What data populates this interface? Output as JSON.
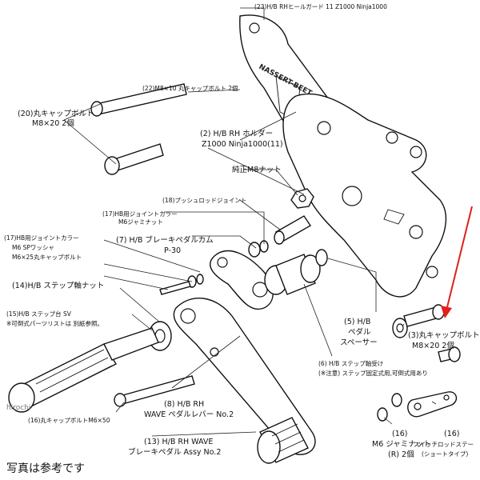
{
  "labels": {
    "p23_heel_guard": "(23)H/B RHヒールガード 11 Z1000 Ninja1000",
    "p22_cap_bolt_small": "(22)M8×10 丸キャップボルト 2個",
    "p20_l1": "(20)丸キャップボルト",
    "p20_l2": "M8×20 2個",
    "p2_l1": "(2) H/B RH ホルダー",
    "p2_l2": "Z1000 Ninja1000(11)",
    "nut_genuine": "純正M8ナット",
    "p18": "(18)プッシュロッドジョイント",
    "p17b_l1": "(17)HB用ジョイントカラー",
    "p17b_l2": "M6ジャミナット",
    "p7_l1": "(7) H/B ブレーキペダルカム",
    "p7_l2": "P-30",
    "p17a_l1": "(17)HB用ジョイントカラー",
    "p17a_l2": "M6 SPワッシャ",
    "p17a_l3": "M6×25丸キャップボルト",
    "p14": "(14)H/B ステップ軸ナット",
    "p15_l1": "(15)H/B ステップ台 SV",
    "p15_l2": "※可倒式パーツリストは 別紙参照。",
    "p5_l1": "(5) H/B",
    "p5_l2": "ペダル",
    "p5_l3": "スペーサー",
    "p3_l1": "(3)丸キャップボルト",
    "p3_l2": "M8×20 2個",
    "p6_l1": "(6) H/B ステップ軸受け",
    "p6_l2": "(※注意) ステップ固定式用,可倒式用あり",
    "p8_l1": "(8) H/B RH",
    "p8_l2": "WAVE ペダルレバー No.2",
    "p16_cap": "(16)丸キャップボルトM6×50",
    "p16m_l1": "(16)",
    "p16m_l2": "M6 ジャミナット",
    "p16m_l3": "(R) 2個",
    "p16s_l1": "(16)",
    "p16s_l2": "スイッチロッドステー",
    "p16s_l3": "(ショートタイプ)",
    "p13_l1": "(13) H/B RH WAVE",
    "p13_l2": "ブレーキペダル Assy No.2"
  },
  "plate_brand": "NASSERT-BEET",
  "watermark": "hirochi",
  "footer_note": "写真は参考です",
  "colors": {
    "annotation_arrow": "#e0201b",
    "line": "#111111",
    "background": "#ffffff"
  }
}
